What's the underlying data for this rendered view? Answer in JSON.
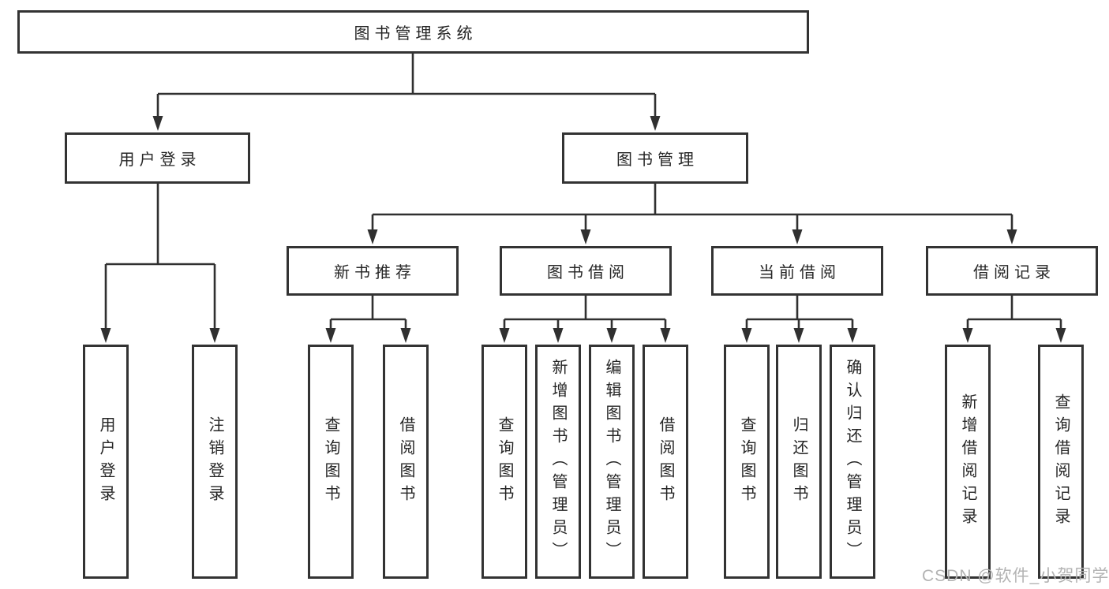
{
  "diagram_title": "图书管理系统",
  "colors": {
    "line": "#303030",
    "border": "#333333",
    "text": "#262626",
    "watermark": "#b3b3b3",
    "bg": "#ffffff"
  },
  "nodes": {
    "root": "图书管理系统",
    "login": "用户登录",
    "manage": "图书管理",
    "recommend": "新书推荐",
    "borrow": "图书借阅",
    "current": "当前借阅",
    "records": "借阅记录",
    "leaf_login": "用户登录",
    "leaf_logout": "注销登录",
    "leaf_rec_query": "查询图书",
    "leaf_rec_borrow": "借阅图书",
    "leaf_bor_query": "查询图书",
    "leaf_bor_add": "新增图书（管理员）",
    "leaf_bor_edit": "编辑图书（管理员）",
    "leaf_bor_borrow": "借阅图书",
    "leaf_cur_query": "查询图书",
    "leaf_cur_return": "归还图书",
    "leaf_cur_confirm": "确认归还（管理员）",
    "leaf_log_add": "新增借阅记录",
    "leaf_log_query": "查询借阅记录"
  },
  "watermark": "CSDN @软件_小贺同学"
}
